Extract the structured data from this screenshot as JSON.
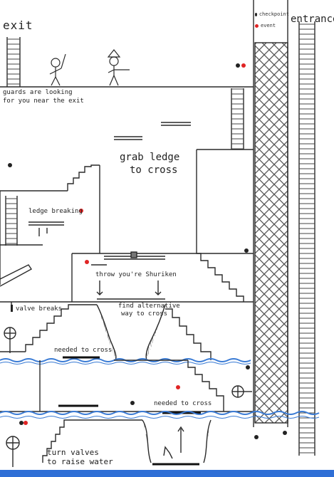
{
  "labels": {
    "exit": "exit",
    "entrance": "entrance",
    "guards_note_line1": "guards are looking",
    "guards_note_line2": "for you near the exit",
    "grab_ledge_line1": "grab ledge",
    "grab_ledge_line2": "to cross",
    "ledge_breaking": "ledge breaking",
    "throw_shuriken": "throw you're Shuriken",
    "valve_breaks": "valve breaks",
    "find_way_line1": "find alternative",
    "find_way_line2": "way to cross",
    "needed_to_cross_upper": "needed to cross",
    "needed_to_cross_lower": "needed to cross",
    "turn_valves_line1": "turn valves",
    "turn_valves_line2": "to raise water"
  },
  "legend": [
    {
      "label": "checkpoint",
      "color": "#222222",
      "icon": "checkpoint-dot"
    },
    {
      "label": "event",
      "color": "#e02424",
      "icon": "event-dot"
    }
  ],
  "colors": {
    "ink": "#2a2a2a",
    "event": "#e02424",
    "checkpoint": "#222222",
    "water": "#3a7bd5",
    "floor": "#2f6fd6"
  }
}
